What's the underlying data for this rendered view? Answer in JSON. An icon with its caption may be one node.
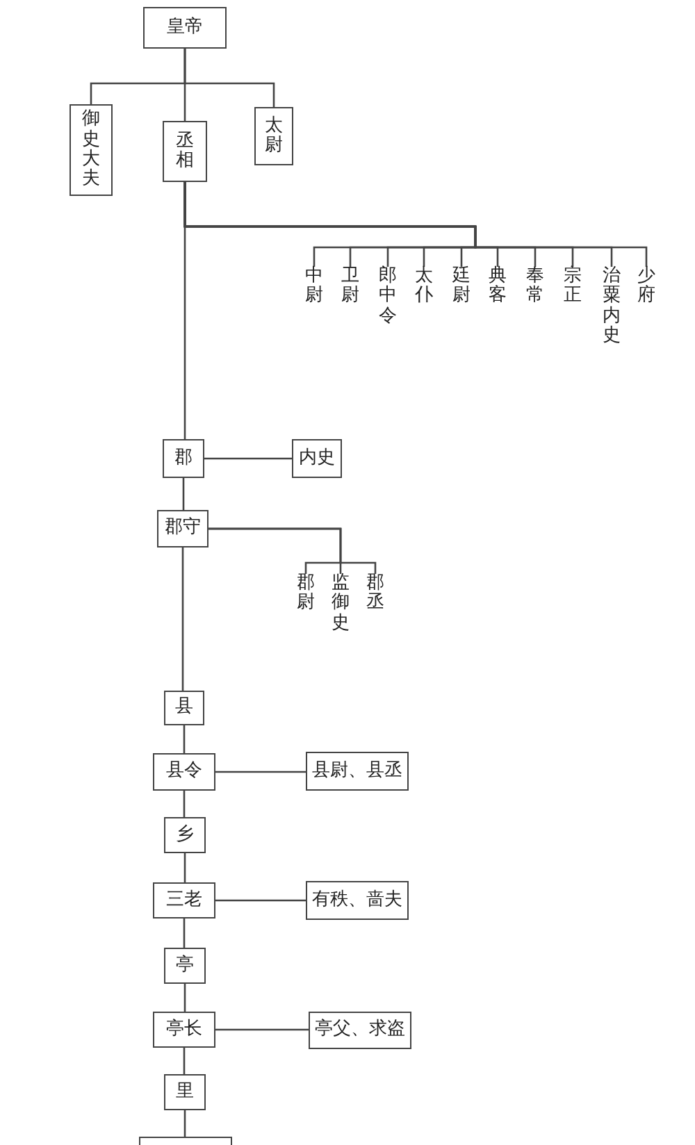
{
  "diagram": {
    "nodes": [
      {
        "text": [
          "皇帝"
        ]
      },
      {
        "text": [
          "御史大夫"
        ]
      },
      {
        "text": [
          "丞相"
        ]
      },
      {
        "text": [
          "太尉"
        ]
      },
      {
        "text": [
          "中尉"
        ]
      },
      {
        "text": [
          "卫尉"
        ]
      },
      {
        "text": [
          "郎中令"
        ]
      },
      {
        "text": [
          "太仆"
        ]
      },
      {
        "text": [
          "廷尉"
        ]
      },
      {
        "text": [
          "典客"
        ]
      },
      {
        "text": [
          "奉常"
        ]
      },
      {
        "text": [
          "宗正"
        ]
      },
      {
        "text": [
          "治粟内史"
        ]
      },
      {
        "text": [
          "少府"
        ]
      },
      {
        "text": [
          "郡"
        ]
      },
      {
        "text": [
          "内史"
        ]
      },
      {
        "text": [
          "郡守"
        ]
      },
      {
        "text": [
          "郡尉"
        ]
      },
      {
        "text": [
          "监御史"
        ]
      },
      {
        "text": [
          "郡丞"
        ]
      },
      {
        "text": [
          "县"
        ]
      },
      {
        "text": [
          "县令"
        ]
      },
      {
        "text": [
          "县尉、县丞"
        ]
      },
      {
        "text": [
          "乡"
        ]
      },
      {
        "text": [
          "三老"
        ]
      },
      {
        "text": [
          "有秩、啬夫"
        ]
      },
      {
        "text": [
          "亭"
        ]
      },
      {
        "text": [
          "亭长"
        ]
      },
      {
        "text": [
          "亭父、求盗"
        ]
      },
      {
        "text": [
          "里"
        ]
      },
      {
        "text": [],
        "shape": "box"
      }
    ],
    "edges": [
      {
        "from": 0,
        "to": 1,
        "arrow": "none"
      },
      {
        "from": 0,
        "to": 2,
        "arrow": "none"
      },
      {
        "from": 0,
        "to": 3,
        "arrow": "none"
      },
      {
        "from": 2,
        "to": 4,
        "arrow": "none"
      },
      {
        "from": 2,
        "to": 5,
        "arrow": "none"
      },
      {
        "from": 2,
        "to": 6,
        "arrow": "none"
      },
      {
        "from": 2,
        "to": 7,
        "arrow": "none"
      },
      {
        "from": 2,
        "to": 8,
        "arrow": "none"
      },
      {
        "from": 2,
        "to": 9,
        "arrow": "none"
      },
      {
        "from": 2,
        "to": 10,
        "arrow": "none"
      },
      {
        "from": 2,
        "to": 11,
        "arrow": "none"
      },
      {
        "from": 2,
        "to": 12,
        "arrow": "none"
      },
      {
        "from": 2,
        "to": 13,
        "arrow": "none"
      },
      {
        "from": 2,
        "to": 14,
        "arrow": "none"
      },
      {
        "from": 14,
        "to": 15,
        "arrow": "none"
      },
      {
        "from": 14,
        "to": 16,
        "arrow": "none"
      },
      {
        "from": 16,
        "to": 17,
        "arrow": "none"
      },
      {
        "from": 16,
        "to": 18,
        "arrow": "none"
      },
      {
        "from": 16,
        "to": 19,
        "arrow": "none"
      },
      {
        "from": 16,
        "to": 20,
        "arrow": "none"
      },
      {
        "from": 20,
        "to": 21,
        "arrow": "none"
      },
      {
        "from": 21,
        "to": 22,
        "arrow": "none"
      },
      {
        "from": 21,
        "to": 23,
        "arrow": "none"
      },
      {
        "from": 23,
        "to": 24,
        "arrow": "none"
      },
      {
        "from": 24,
        "to": 25,
        "arrow": "none"
      },
      {
        "from": 24,
        "to": 26,
        "arrow": "none"
      },
      {
        "from": 26,
        "to": 27,
        "arrow": "none"
      },
      {
        "from": 27,
        "to": 28,
        "arrow": "none"
      },
      {
        "from": 27,
        "to": 29,
        "arrow": "none"
      },
      {
        "from": 29,
        "to": 30,
        "arrow": "none"
      }
    ]
  }
}
